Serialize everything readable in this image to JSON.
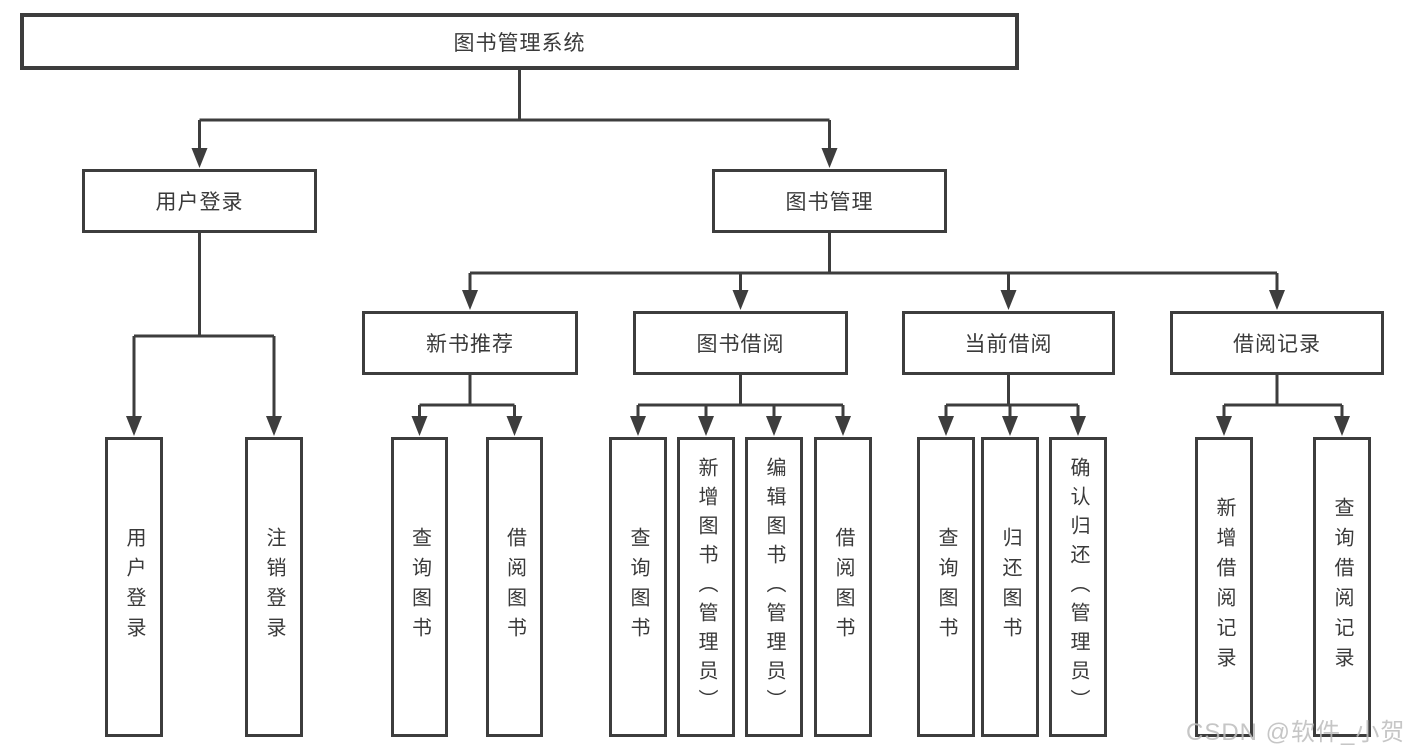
{
  "diagram": {
    "title": "图书管理系统",
    "root": {
      "label": "图书管理系统"
    },
    "level2": [
      {
        "id": "user-login",
        "label": "用户登录"
      },
      {
        "id": "book-management",
        "label": "图书管理"
      }
    ],
    "level3": [
      {
        "id": "new-book-recommend",
        "label": "新书推荐"
      },
      {
        "id": "book-borrowing",
        "label": "图书借阅"
      },
      {
        "id": "current-borrowing",
        "label": "当前借阅"
      },
      {
        "id": "borrowing-records",
        "label": "借阅记录"
      }
    ],
    "leaves": [
      {
        "id": "user-login-action",
        "parent": "user-login",
        "label": "用户登录"
      },
      {
        "id": "logout",
        "parent": "user-login",
        "label": "注销登录"
      },
      {
        "id": "query-books-recommend",
        "parent": "new-book-recommend",
        "label": "查询图书"
      },
      {
        "id": "borrow-books-recommend",
        "parent": "new-book-recommend",
        "label": "借阅图书"
      },
      {
        "id": "query-books-borrow",
        "parent": "book-borrowing",
        "label": "查询图书"
      },
      {
        "id": "add-books-admin",
        "parent": "book-borrowing",
        "label": "新增图书（管理员）"
      },
      {
        "id": "edit-books-admin",
        "parent": "book-borrowing",
        "label": "编辑图书（管理员）"
      },
      {
        "id": "borrow-books",
        "parent": "book-borrowing",
        "label": "借阅图书"
      },
      {
        "id": "query-books-current",
        "parent": "current-borrowing",
        "label": "查询图书"
      },
      {
        "id": "return-books",
        "parent": "current-borrowing",
        "label": "归还图书"
      },
      {
        "id": "confirm-return-admin",
        "parent": "current-borrowing",
        "label": "确认归还（管理员）"
      },
      {
        "id": "add-borrow-record",
        "parent": "borrowing-records",
        "label": "新增借阅记录"
      },
      {
        "id": "query-borrow-record",
        "parent": "borrowing-records",
        "label": "查询借阅记录"
      }
    ]
  },
  "watermark": "CSDN @软件_小贺同学",
  "colors": {
    "line": "#3d3d3d",
    "text": "#3a3a3a",
    "watermark": "#bdbdbd",
    "bg": "#ffffff"
  }
}
